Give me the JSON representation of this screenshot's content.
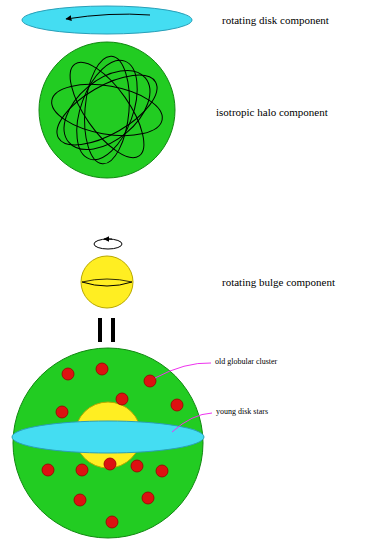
{
  "diagram": {
    "labels": [
      "rotating disk component",
      "isotropic halo component",
      "rotating bulge component",
      "old globular cluster",
      "young disk stars"
    ]
  }
}
